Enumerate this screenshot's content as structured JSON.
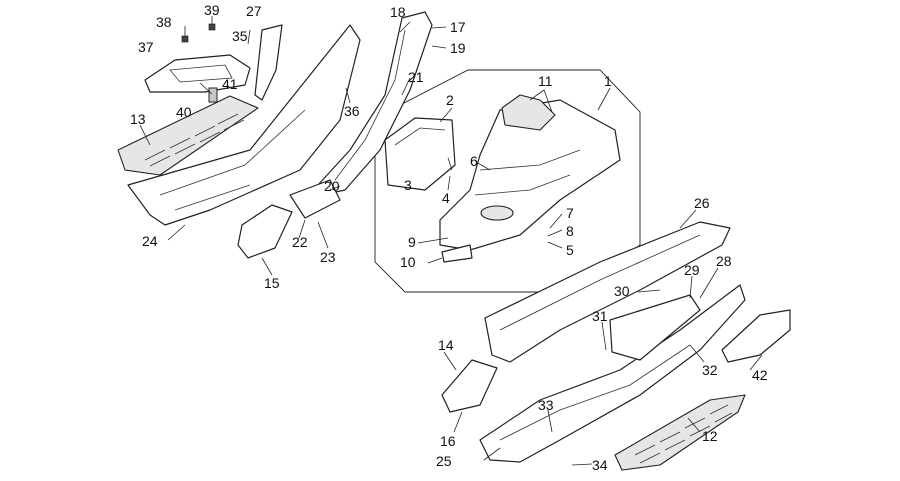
{
  "callouts": [
    "1",
    "2",
    "3",
    "4",
    "5",
    "6",
    "7",
    "8",
    "9",
    "10",
    "11",
    "12",
    "13",
    "14",
    "15",
    "16",
    "17",
    "18",
    "19",
    "20",
    "21",
    "22",
    "23",
    "24",
    "25",
    "26",
    "27",
    "28",
    "29",
    "30",
    "31",
    "32",
    "33",
    "34",
    "35",
    "36",
    "37",
    "38",
    "39",
    "40",
    "41",
    "42"
  ]
}
